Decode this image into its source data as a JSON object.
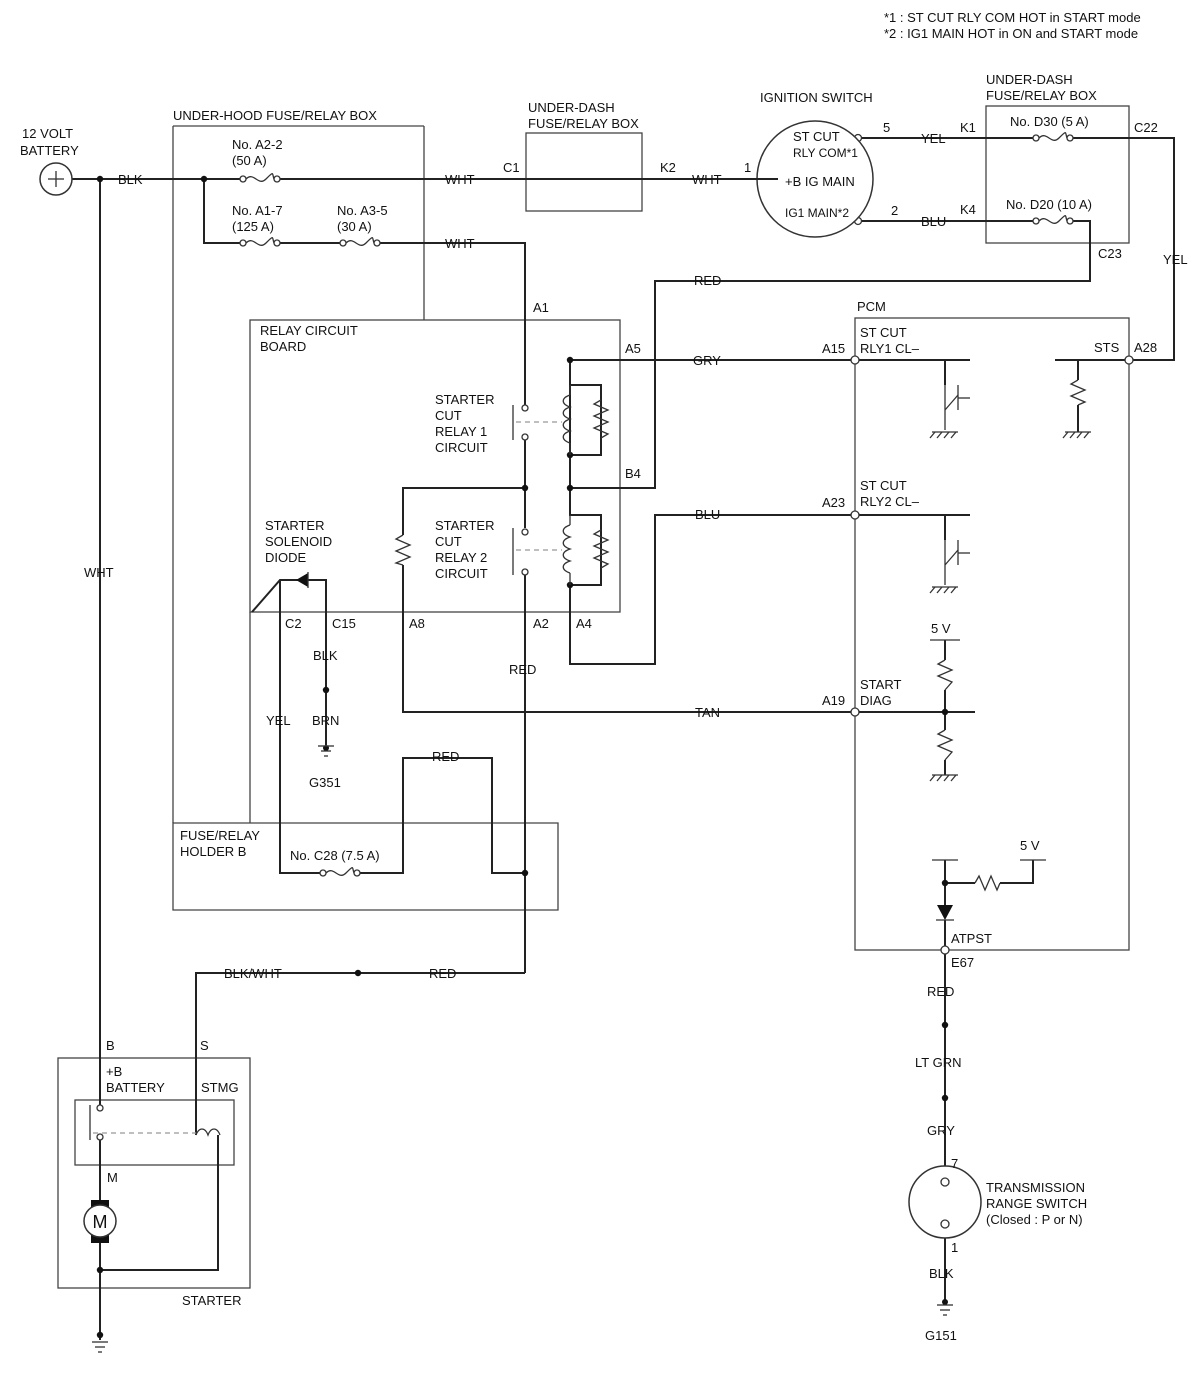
{
  "notes": {
    "note1": "*1 : ST CUT RLY COM HOT in START mode",
    "note2": "*2 : IG1 MAIN HOT in ON and START mode"
  },
  "battery": {
    "label_line1": "12 VOLT",
    "label_line2": "BATTERY"
  },
  "under_hood_box": {
    "title": "UNDER-HOOD FUSE/RELAY BOX",
    "fuse_a22": {
      "line1": "No. A2-2",
      "line2": "(50 A)"
    },
    "fuse_a17": {
      "line1": "No. A1-7",
      "line2": "(125 A)"
    },
    "fuse_a35": {
      "line1": "No. A3-5",
      "line2": "(30 A)"
    }
  },
  "under_dash_box_1": {
    "line1": "UNDER-DASH",
    "line2": "FUSE/RELAY BOX",
    "conn_c1": "C1",
    "conn_k2": "K2"
  },
  "ignition_switch": {
    "title": "IGNITION SWITCH",
    "term_st_cut_1": "ST CUT",
    "term_st_cut_2": "RLY COM*1",
    "term_b_ig": "+B IG MAIN",
    "term_ig1": "IG1 MAIN*2",
    "pin_5": "5",
    "pin_1": "1",
    "pin_2": "2"
  },
  "under_dash_box_2": {
    "line1": "UNDER-DASH",
    "line2": "FUSE/RELAY BOX",
    "fuse_d30": "No. D30 (5 A)",
    "fuse_d20": "No. D20 (10 A)",
    "conn_k1": "K1",
    "conn_k4": "K4",
    "conn_c22": "C22",
    "conn_c23": "C23"
  },
  "relay_board": {
    "title_line1": "RELAY CIRCUIT",
    "title_line2": "BOARD",
    "relay1": [
      "STARTER",
      "CUT",
      "RELAY 1",
      "CIRCUIT"
    ],
    "relay2": [
      "STARTER",
      "CUT",
      "RELAY 2",
      "CIRCUIT"
    ],
    "diode": [
      "STARTER",
      "SOLENOID",
      "DIODE"
    ],
    "conn_a1": "A1",
    "conn_a5": "A5",
    "conn_b4": "B4",
    "conn_c2": "C2",
    "conn_c15": "C15",
    "conn_a8": "A8",
    "conn_a2": "A2",
    "conn_a4": "A4"
  },
  "fuse_holder_b": {
    "line1": "FUSE/RELAY",
    "line2": "HOLDER B",
    "fuse_c28": "No. C28 (7.5 A)"
  },
  "pcm": {
    "title": "PCM",
    "st_cut_rly1_1": "ST CUT",
    "st_cut_rly1_2": "RLY1 CL–",
    "st_cut_rly2_1": "ST CUT",
    "st_cut_rly2_2": "RLY2 CL–",
    "start_diag_1": "START",
    "start_diag_2": "DIAG",
    "sts": "STS",
    "atpst": "ATPST",
    "five_v_1": "5 V",
    "five_v_2": "5 V",
    "pin_a15": "A15",
    "pin_a23": "A23",
    "pin_a19": "A19",
    "pin_a28": "A28",
    "pin_e67": "E67"
  },
  "wires": {
    "blk_batt": "BLK",
    "wht_top": "WHT",
    "wht_k2": "WHT",
    "wht_a35": "WHT",
    "yel_k1": "YEL",
    "blu_k4": "BLU",
    "red_c23": "RED",
    "yel_c22": "YEL",
    "gry_a15": "GRY",
    "blu_a23": "BLU",
    "tan_a19": "TAN",
    "wht_left": "WHT",
    "blk_c15": "BLK",
    "brn": "BRN",
    "yel_c2": "YEL",
    "red_a2": "RED",
    "red_c28": "RED",
    "blk_wht": "BLK/WHT",
    "red_starter": "RED",
    "red_e67": "RED",
    "lt_grn": "LT GRN",
    "gry_sw": "GRY",
    "blk_g151": "BLK"
  },
  "grounds": {
    "g351": "G351",
    "g151": "G151"
  },
  "starter": {
    "title": "STARTER",
    "term_b": "B",
    "term_s": "S",
    "batt_line1": "+B",
    "batt_line2": "BATTERY",
    "stmg": "STMG",
    "m_label": "M",
    "motor_symbol": "M"
  },
  "trans_switch": {
    "line1": "TRANSMISSION",
    "line2": "RANGE SWITCH",
    "line3": "(Closed : P or N)",
    "pin_7": "7",
    "pin_1": "1"
  }
}
